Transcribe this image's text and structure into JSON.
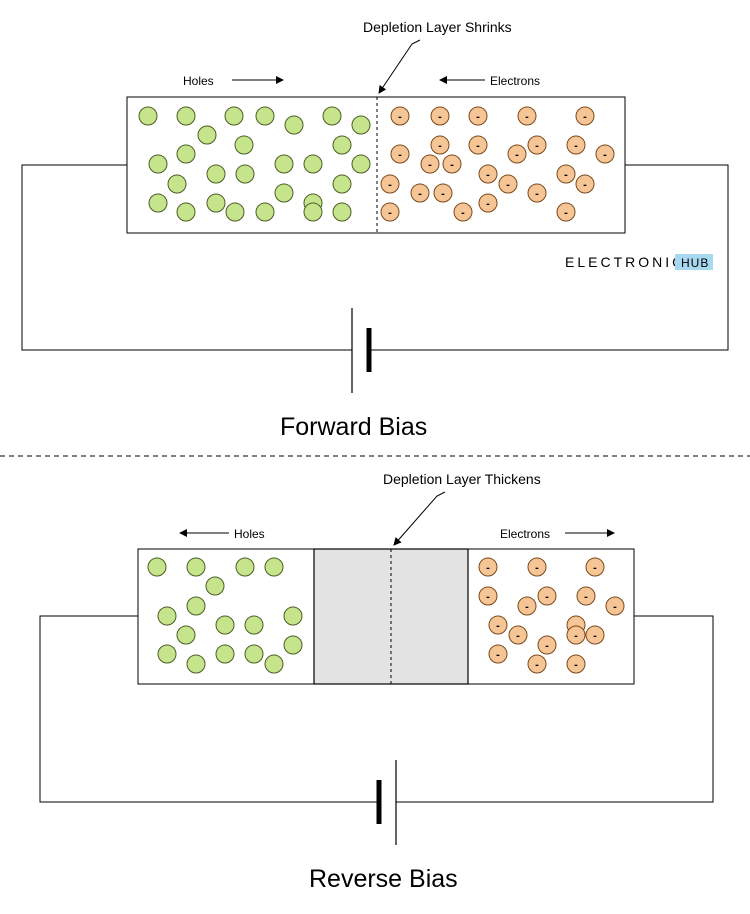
{
  "forward": {
    "annotation": "Depletion Layer Shrinks",
    "holes_label": "Holes",
    "electrons_label": "Electrons",
    "caption": "Forward Bias",
    "electron_sign": "-"
  },
  "reverse": {
    "annotation": "Depletion Layer Thickens",
    "holes_label": "Holes",
    "electrons_label": "Electrons",
    "caption": "Reverse Bias",
    "electron_sign": "-"
  },
  "watermark": {
    "brand": "ELECTRONICS",
    "badge": "HUB"
  },
  "colors": {
    "hole_fill": "#c6e48b",
    "electron_fill": "#f6c596",
    "depletion_fill": "#e3e3e3",
    "watermark_badge": "#a8d8f0"
  }
}
